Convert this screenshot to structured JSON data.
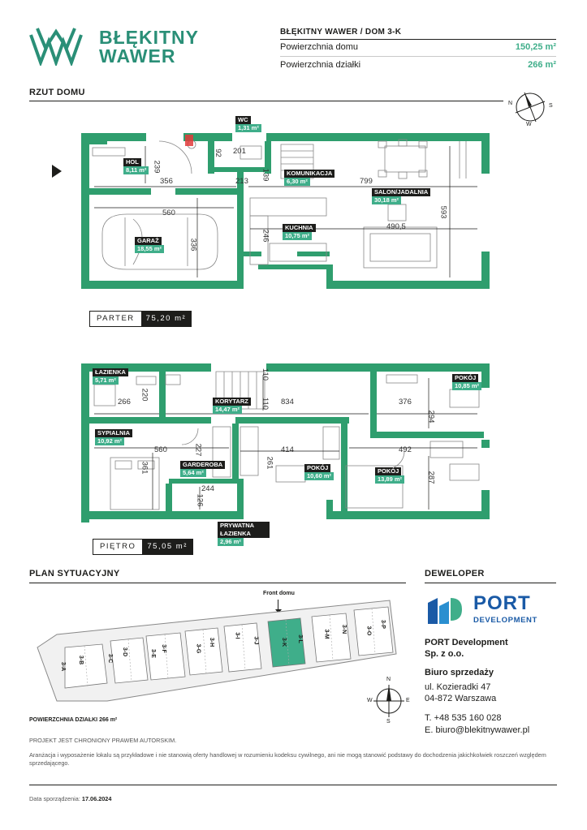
{
  "brand": {
    "line1": "BŁĘKITNY",
    "line2": "WAWER"
  },
  "header": {
    "title": "BŁĘKITNY WAWER / DOM 3-K",
    "rows": [
      {
        "label": "Powierzchnia domu",
        "value": "150,25 m²"
      },
      {
        "label": "Powierzchnia działki",
        "value": "266 m²"
      }
    ]
  },
  "sections": {
    "plan": "RZUT DOMU",
    "site": "PLAN SYTUACYJNY",
    "developer": "DEWELOPER"
  },
  "compass_letters": {
    "n": "N",
    "e": "E",
    "s": "S",
    "w": "W"
  },
  "ground_floor": {
    "label": "PARTER",
    "area": "75,20 m²",
    "rooms": [
      {
        "name": "WC",
        "area": "1,31 m²"
      },
      {
        "name": "HOL",
        "area": "8,11 m²"
      },
      {
        "name": "KOMUNIKACJA",
        "area": "6,30 m²"
      },
      {
        "name": "SALON/JADALNIA",
        "area": "30,18 m²"
      },
      {
        "name": "KUCHNIA",
        "area": "10,75 m²"
      },
      {
        "name": "GARAŻ",
        "area": "18,55 m²"
      }
    ],
    "dims": [
      "239",
      "356",
      "201",
      "213",
      "139",
      "799",
      "593",
      "560",
      "246",
      "490,5",
      "336",
      "92"
    ]
  },
  "first_floor": {
    "label": "PIĘTRO",
    "area": "75,05 m²",
    "rooms": [
      {
        "name": "ŁAZIENKA",
        "area": "5,71 m²"
      },
      {
        "name": "KORYTARZ",
        "area": "14,47 m²"
      },
      {
        "name": "POKÓJ",
        "area": "10,85 m²"
      },
      {
        "name": "SYPIALNIA",
        "area": "10,92 m²"
      },
      {
        "name": "GARDEROBA",
        "area": "5,64 m²"
      },
      {
        "name": "POKÓJ",
        "area": "10,60 m²"
      },
      {
        "name": "POKÓJ",
        "area": "13,89 m²"
      },
      {
        "name": "PRYWATNA ŁAZIENKA",
        "area": "2,96 m²"
      }
    ],
    "dims": [
      "266",
      "220",
      "834",
      "376",
      "294",
      "110",
      "110",
      "560",
      "227",
      "414",
      "492",
      "361",
      "261",
      "287",
      "244",
      "126"
    ]
  },
  "site_plan": {
    "front_label": "Front domu",
    "lots": [
      "3-B",
      "3-A",
      "3-D",
      "3-C",
      "3-F",
      "3-E",
      "3-H",
      "3-G",
      "3-I",
      "3-J",
      "3-K",
      "3-L",
      "3-N",
      "3-M",
      "3-P",
      "3-O"
    ],
    "highlight": "3-K",
    "plot_area_label": "POWIERZCHNIA DZIAŁKI",
    "plot_area_value": "266 m²"
  },
  "developer": {
    "logo_line1": "PORT",
    "logo_line2": "DEVELOPMENT",
    "company_line1": "PORT Development",
    "company_line2": "Sp. z o.o.",
    "office_label": "Biuro sprzedaży",
    "address_line1": "ul. Kozieradki 47",
    "address_line2": "04-872 Warszawa",
    "phone": "T. +48 535 160 028",
    "email": "E. biuro@blekitnywawer.pl"
  },
  "legal": {
    "copyright": "PROJEKT JEST CHRONIONY PRAWEM AUTORSKIM.",
    "disclaimer": "Aranżacja i wyposażenie lokalu są przykładowe i nie stanowią oferty handlowej w rozumieniu kodeksu cywilnego, ani nie mogą stanowić podstawy do dochodzenia jakichkolwiek roszczeń względem sprzedającego.",
    "date_label": "Data sporządzenia:",
    "date_value": "17.06.2024"
  },
  "colors": {
    "brand_green": "#2a8f77",
    "accent_green": "#3fae8a",
    "wall_green": "#2f9e6e",
    "dark": "#1d1d1b",
    "port_blue": "#1a5aa6"
  }
}
